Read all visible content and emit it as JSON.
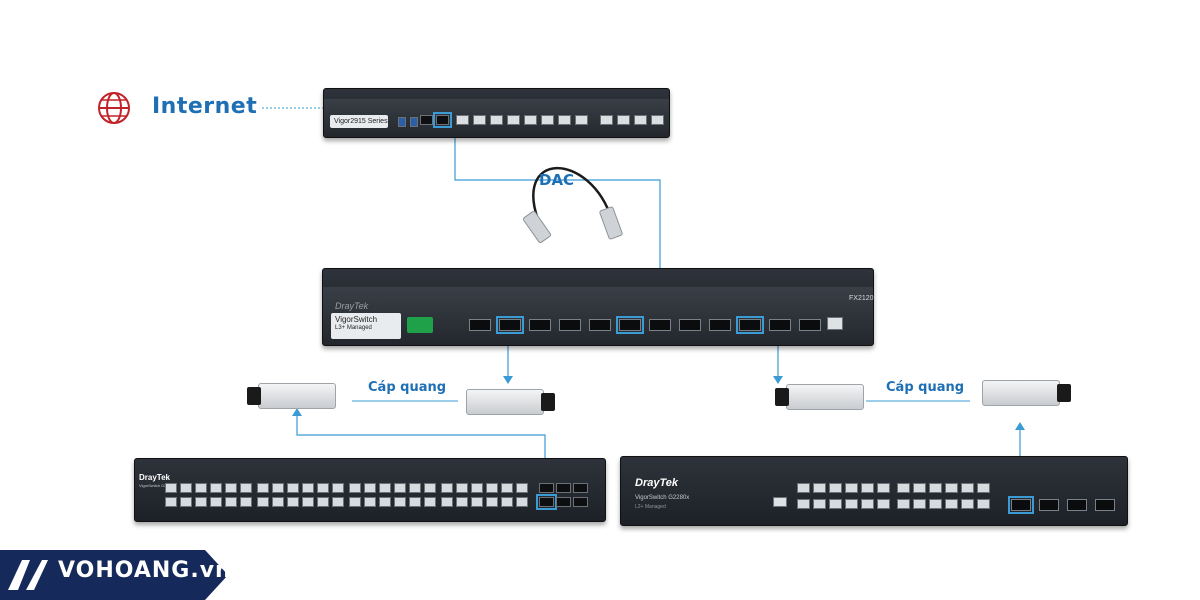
{
  "labels": {
    "internet": "Internet",
    "dac": "DAC",
    "fiber_left": "Cáp quang",
    "fiber_right": "Cáp quang"
  },
  "devices": {
    "router": {
      "nameplate": "Vigor2915 Series"
    },
    "core_switch": {
      "brand": "DrayTek",
      "nameplate": "VigorSwitch",
      "subline": "L3+ Managed",
      "model": "FX2120",
      "sfp_count": 12,
      "highlighted_sfp": [
        1,
        5,
        9
      ]
    },
    "left_switch": {
      "brand": "DrayTek",
      "nameplate": "VigorSwitch G2540x",
      "rj45_count": 48,
      "sfp_count": 6
    },
    "right_switch": {
      "brand": "DrayTek",
      "nameplate": "VigorSwitch G2280x",
      "subline": "L2+ Managed",
      "rj45_count": 24,
      "sfp_count": 4
    }
  },
  "logo": {
    "text": "VOHOANG.vn"
  },
  "colors": {
    "accent_blue": "#3a9bd5",
    "label_blue": "#1f6fb5",
    "globe_red": "#c2232a",
    "logo_navy": "#16295b"
  },
  "icons": [
    "globe-icon",
    "dac-cable-icon",
    "sfp-module-icon",
    "arrow-down-icon",
    "arrow-up-icon"
  ]
}
